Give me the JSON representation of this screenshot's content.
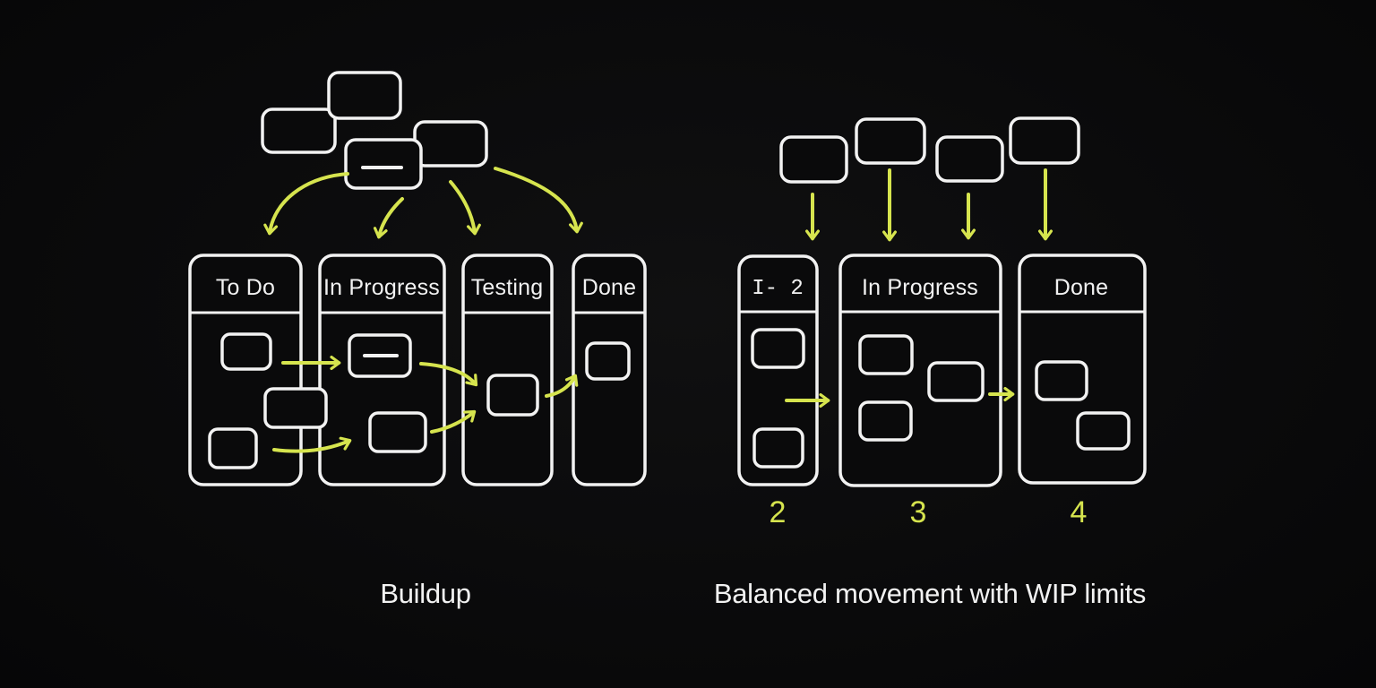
{
  "colors": {
    "background": "#0a0a0b",
    "line": "#f2f2f2",
    "accent": "#d6e44e"
  },
  "left_board": {
    "caption": "Buildup",
    "columns": [
      {
        "label": "To Do"
      },
      {
        "label": "In Progress"
      },
      {
        "label": "Testing"
      },
      {
        "label": "Done"
      }
    ]
  },
  "right_board": {
    "caption": "Balanced movement with WIP limits",
    "columns": [
      {
        "label": "I- 2"
      },
      {
        "label": "In Progress"
      },
      {
        "label": "Done"
      }
    ],
    "wip_limits": [
      "2",
      "3",
      "4"
    ]
  }
}
